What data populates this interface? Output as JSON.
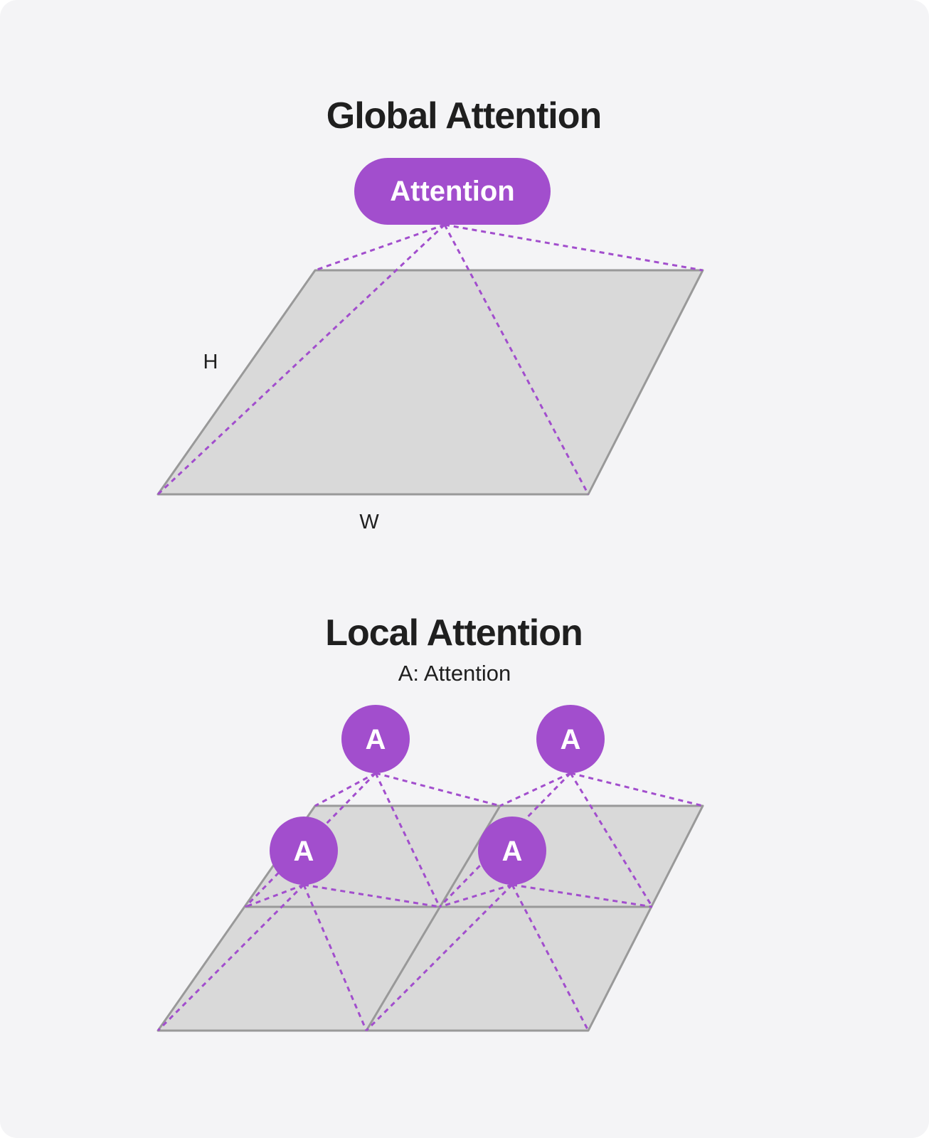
{
  "global": {
    "title": "Global Attention",
    "node_label": "Attention",
    "height_label": "H",
    "width_label": "W"
  },
  "local": {
    "title": "Local Attention",
    "legend": "A: Attention",
    "node_label": "A"
  },
  "colors": {
    "background": "#f4f4f6",
    "accent": "#a24ecd",
    "plane_fill": "#d9d9d9",
    "plane_stroke": "#999999",
    "text": "#1f1f1f"
  }
}
